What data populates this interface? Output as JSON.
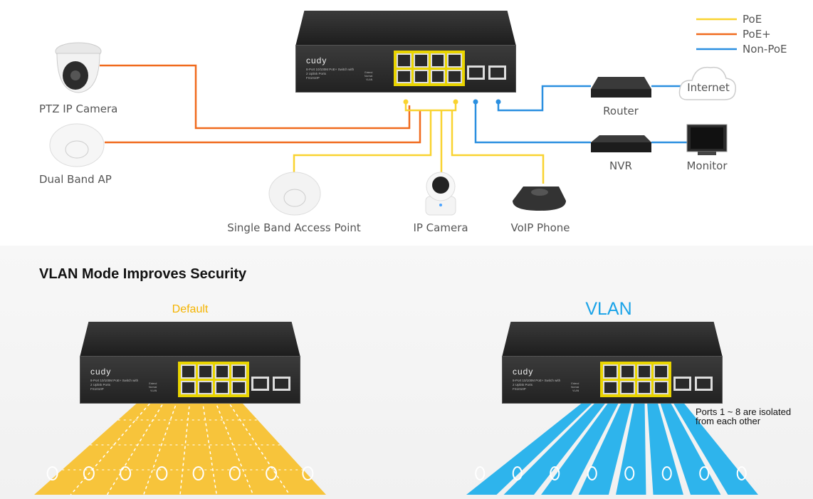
{
  "legend": [
    {
      "label": "PoE",
      "color": "#f9d330"
    },
    {
      "label": "PoE+",
      "color": "#f06a1d"
    },
    {
      "label": "Non-PoE",
      "color": "#2a8fe0"
    }
  ],
  "switch": {
    "brand": "cudy",
    "description": "8-Port 10/100M PoE+ Switch with 2 Uplink Ports",
    "model": "FS1010P",
    "modes": [
      "Extend",
      "Normal",
      "VLAN"
    ]
  },
  "devices": {
    "ptz_camera": "PTZ IP Camera",
    "dual_band_ap": "Dual Band AP",
    "single_band_ap": "Single Band Access Point",
    "ip_camera": "IP Camera",
    "voip_phone": "VoIP Phone",
    "router": "Router",
    "internet": "Internet",
    "nvr": "NVR",
    "monitor": "Monitor"
  },
  "vlan_section": {
    "title": "VLAN Mode Improves Security",
    "default_label": "Default",
    "vlan_label": "VLAN",
    "note": "Ports 1 ~ 8 are isolated from each other",
    "default_color": "#f7c43b",
    "vlan_color": "#2eb4ec"
  }
}
